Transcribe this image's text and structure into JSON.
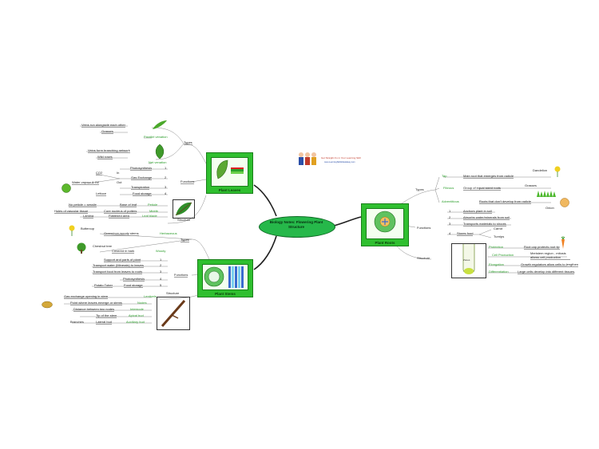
{
  "central": {
    "title": "Biology Notes: Flowering Plant Structure"
  },
  "logo": {
    "line1": "Get Straight A's in Your Learning Skill",
    "line2": "www.LearningSkillsMadeEasy.com"
  },
  "leaves": {
    "title": "Plant Leaves",
    "types_label": "Types",
    "types": [
      {
        "desc1": "Veins run alongside each other",
        "desc2": "Grasses",
        "name": "Parallel venation"
      },
      {
        "desc1": "Veins form branching network",
        "desc2": "Wild roses",
        "name": "Net venation"
      }
    ],
    "functions_label": "Functions",
    "functions": [
      {
        "text": "Photosynthesis",
        "num": "1"
      },
      {
        "text": "Gas Exchange",
        "num": "2"
      },
      {
        "text": "Transpiration",
        "num": "3"
      },
      {
        "text": "Food storage",
        "num": "4"
      }
    ],
    "gas": {
      "co2": "CO2",
      "in": "In",
      "water_vapour": "Water vapour & O2",
      "out": "Out"
    },
    "food_storage_example": "Lettuce",
    "structure_label": "Structure",
    "structure": [
      {
        "desc1": "No petiole = sessile",
        "desc2": "Base of leaf",
        "name": "Petiole"
      },
      {
        "desc1": "Holes of vascular tissue",
        "desc2": "Core nucleus of potters",
        "name": "Midrib"
      },
      {
        "desc1": "Lamina",
        "desc2": "Flattened area",
        "name": "Leaf blade"
      }
    ]
  },
  "stems": {
    "title": "Plant Stems",
    "types_label": "Types",
    "herbaceous": {
      "example": "Buttercup",
      "desc": "Green/non-woody stems",
      "name": "Herbaceous"
    },
    "woody": {
      "example1": "Chestnut tree",
      "desc": "Covered in bark",
      "name": "Woody"
    },
    "functions_label": "Functions",
    "functions": [
      {
        "text": "Support and parts of plant",
        "num": "1"
      },
      {
        "text": "Transport water (Minerals) to leaves",
        "num": "2"
      },
      {
        "text": "Transport food from leaves to roots",
        "num": "3"
      },
      {
        "text": "Photosynthesis",
        "num": "4"
      },
      {
        "text": "Food storage",
        "num": "5"
      }
    ],
    "food_storage_example": "Potato Tuber",
    "structure_label": "Structure",
    "structure": [
      {
        "desc": "Gas exchange opening in stem",
        "name": "Lenticels"
      },
      {
        "desc": "Point where leaves emerge or stems",
        "name": "Nodes"
      },
      {
        "desc": "Distance between two nodes",
        "name": "Internode"
      },
      {
        "desc": "Tip of the stem",
        "name": "Apical bud"
      },
      {
        "desc": "Lateral bud",
        "name": "Auxiliary bud"
      }
    ],
    "branches_label": "Branches"
  },
  "roots": {
    "title": "Plant Roots",
    "types_label": "Types",
    "types": [
      {
        "name": "Tap",
        "desc": "Main root that emerges from radicle",
        "example": "Dandelion"
      },
      {
        "name": "Fibrous",
        "desc": "Group of equal sized roots",
        "example": "Grasses"
      },
      {
        "name": "Adventitious",
        "desc": "Roots that don't develop from radicle",
        "example": "Onion"
      }
    ],
    "functions_label": "Functions",
    "functions": [
      {
        "num": "1",
        "text": "Anchors plant in soil"
      },
      {
        "num": "2",
        "text": "Absorbs water/minerals from soil"
      },
      {
        "num": "3",
        "text": "Transports materials to shoots"
      },
      {
        "num": "4",
        "text": "Stores food",
        "examples": [
          "Carrot",
          "Turnips"
        ]
      }
    ],
    "structure_label": "Structure",
    "structure": [
      {
        "name": "Protection",
        "desc": "Root cap protects root tip"
      },
      {
        "name": "Cell Production",
        "desc": "Meristem region - mitosis allows cell production"
      },
      {
        "name": "Elongation",
        "desc": "Growth regulators allow cells to lengthen"
      },
      {
        "name": "Differentiation",
        "desc": "Large cells develop into different tissues"
      }
    ],
    "diagram_label": "Zones"
  },
  "colors": {
    "branch": "#1f1f1f",
    "box": "#2fbf2f",
    "accent_text": "#2a9d2a",
    "central": "#26b84a"
  }
}
